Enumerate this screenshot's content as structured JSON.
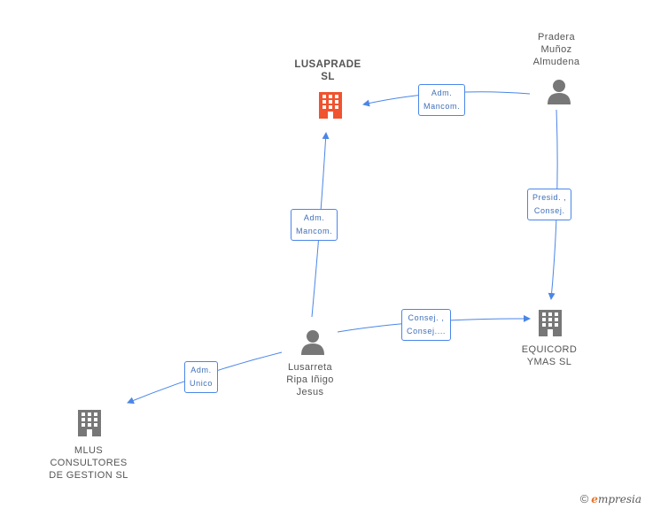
{
  "nodes": {
    "lusaprade": {
      "label": "LUSAPRADE\nSL",
      "kind": "company",
      "color": "#f0532d"
    },
    "pradera": {
      "label": "Pradera\nMuñoz\nAlmudena",
      "kind": "person",
      "color": "#777777"
    },
    "equicord": {
      "label": "EQUICORD\nYMAS SL",
      "kind": "company",
      "color": "#777777"
    },
    "lusarreta": {
      "label": "Lusarreta\nRipa Iñigo\nJesus",
      "kind": "person",
      "color": "#777777"
    },
    "mlus": {
      "label": "MLUS\nCONSULTORES\nDE GESTION SL",
      "kind": "company",
      "color": "#777777"
    }
  },
  "edges": {
    "pradera_lusaprade": "Adm.\nMancom.",
    "pradera_equicord": "Presid. ,\nConsej.",
    "lusarreta_lusaprade": "Adm.\nMancom.",
    "lusarreta_equicord": "Consej. ,\nConsej....",
    "lusarreta_mlus": "Adm.\nUnico"
  },
  "colors": {
    "edge": "#4a86e8",
    "accent": "#f0532d"
  },
  "footer": {
    "copyright": "©",
    "brand_e": "e",
    "brand_rest": "mpresia"
  }
}
